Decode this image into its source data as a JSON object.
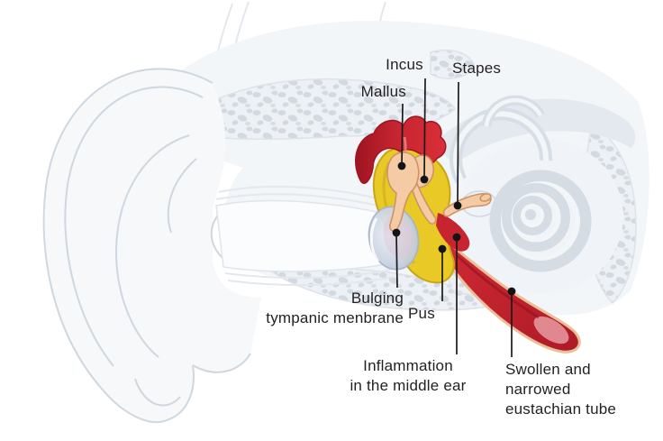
{
  "figure": {
    "labels": {
      "mallus": "Mallus",
      "incus": "Incus",
      "stapes": "Stapes",
      "bulging_tympanic_membrane": "Bulging\ntympanic menbrane",
      "pus": "Pus",
      "inflammation_middle_ear": "Inflammation\nin the middle ear",
      "swollen_eustachian_tube": "Swollen and\nnarrowed\neustachian tube"
    },
    "colors": {
      "inflammation_red": "#c62530",
      "deep_red": "#9e1422",
      "tube_red": "#c32731",
      "tube_tip_pink": "#e4959a",
      "pus_yellow": "#e8c926",
      "pus_shadow": "#c9a51a",
      "ossicle_peach": "#f4cba5",
      "ossicle_outline": "#cd9465",
      "membrane_lavender": "#c8d1e1",
      "membrane_pink": "#dfc3d6",
      "bone_light": "#f1f4f7",
      "bone_speckle": "#d2d9e1",
      "anatomy_outline": "#cfd7df",
      "label_text": "#231f20",
      "leader_line": "#1b1b1b"
    }
  }
}
